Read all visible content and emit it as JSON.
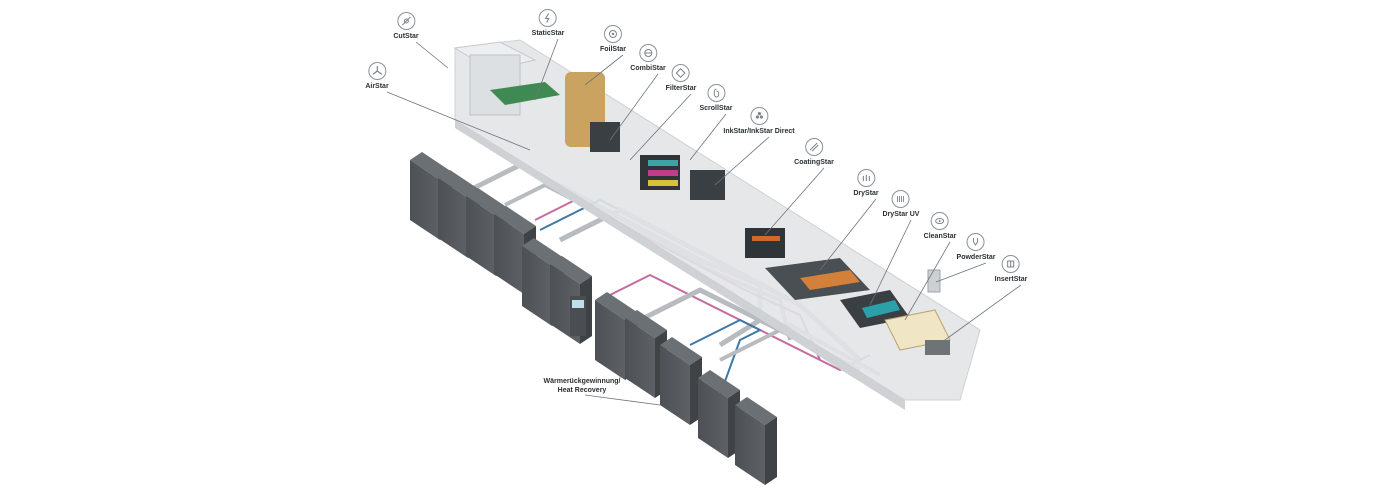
{
  "components": [
    {
      "id": "cutstar",
      "label": "CutStar",
      "icon": "cut-icon"
    },
    {
      "id": "airstar",
      "label": "AirStar",
      "icon": "fan-icon"
    },
    {
      "id": "staticstar",
      "label": "StaticStar",
      "icon": "static-icon"
    },
    {
      "id": "foilstar",
      "label": "FoilStar",
      "icon": "foil-roll-icon"
    },
    {
      "id": "combistar",
      "label": "CombiStar",
      "icon": "combi-icon"
    },
    {
      "id": "filterstar",
      "label": "FilterStar",
      "icon": "filter-icon"
    },
    {
      "id": "scrollstar",
      "label": "ScrollStar",
      "icon": "scroll-icon"
    },
    {
      "id": "inkstar",
      "label": "InkStar/InkStar Direct",
      "icon": "ink-icon"
    },
    {
      "id": "coatingstar",
      "label": "CoatingStar",
      "icon": "coating-icon"
    },
    {
      "id": "drystar",
      "label": "DryStar",
      "icon": "dryer-icon"
    },
    {
      "id": "drystar-uv",
      "label": "DryStar UV",
      "icon": "uv-icon"
    },
    {
      "id": "cleanstar",
      "label": "CleanStar",
      "icon": "clean-icon"
    },
    {
      "id": "powderstar",
      "label": "PowderStar",
      "icon": "powder-icon"
    },
    {
      "id": "insertstar",
      "label": "InsertStar",
      "icon": "insert-icon"
    }
  ],
  "heat_recovery": {
    "line1": "Wärmerückgewinnung/",
    "line2": "Heat Recovery"
  },
  "colors": {
    "cabinet": "#55595d",
    "machine": "#e3e5e7",
    "pipe": "#b9bcbf",
    "pipe_magenta": "#c66a9f",
    "pipe_blue": "#3e78a6",
    "leader": "#6f757a"
  }
}
